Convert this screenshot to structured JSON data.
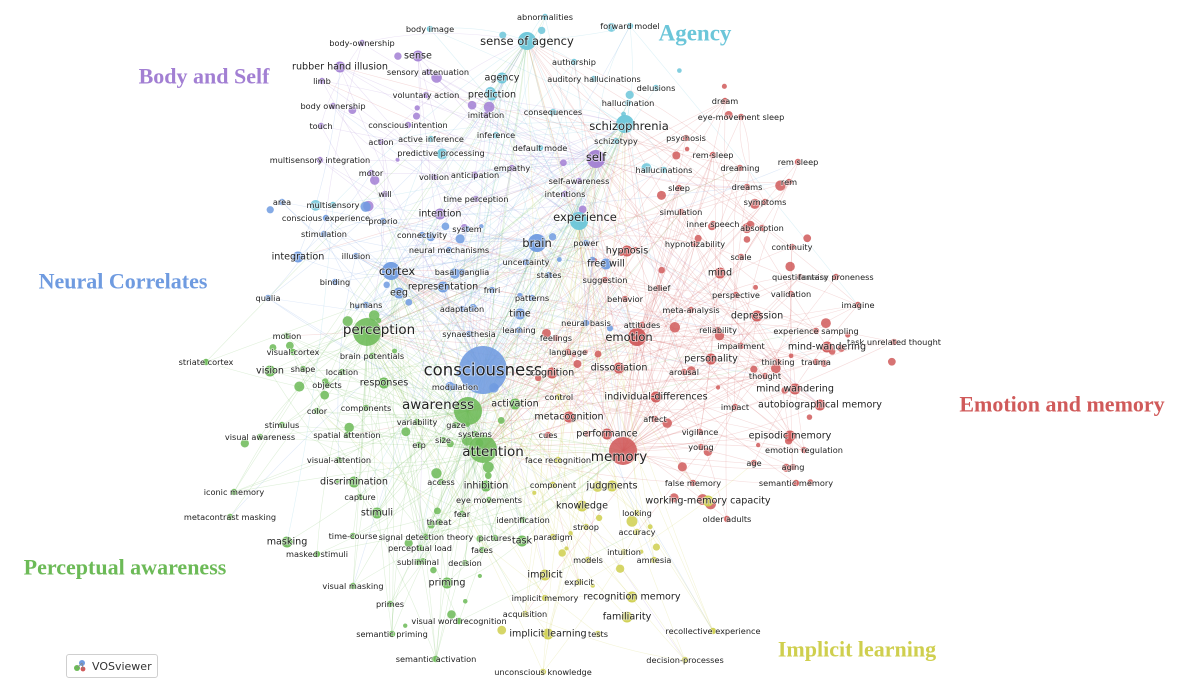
{
  "badge": {
    "label": "VOSviewer",
    "icon": "vosviewer-logo-icon"
  },
  "colors": {
    "agency": "#6cc6d9",
    "body_self": "#a27fd3",
    "neural": "#6f9be0",
    "emotion": "#d05a5a",
    "perceptual": "#6cba57",
    "implicit": "#cfcf4e",
    "orange": "#e39a3c"
  },
  "clusters": [
    {
      "key": "agency",
      "label": "Agency",
      "color": "#6cc6d9"
    },
    {
      "key": "body_self",
      "label": "Body and Self",
      "color": "#a27fd3"
    },
    {
      "key": "neural",
      "label": "Neural Correlates",
      "color": "#6f9be0"
    },
    {
      "key": "emotion",
      "label": "Emotion and memory",
      "color": "#d05a5a"
    },
    {
      "key": "perceptual",
      "label": "Perceptual awareness",
      "color": "#6cba57"
    },
    {
      "key": "implicit",
      "label": "Implicit learning",
      "color": "#cfcf4e"
    }
  ],
  "terms": [
    {
      "t": "abnormalities",
      "c": "agency",
      "w": 1
    },
    {
      "t": "forward model",
      "c": "agency",
      "w": 1
    },
    {
      "t": "body image",
      "c": "agency",
      "w": 1
    },
    {
      "t": "sense of agency",
      "c": "agency",
      "w": 3
    },
    {
      "t": "body-ownership",
      "c": "body_self",
      "w": 1
    },
    {
      "t": "sense",
      "c": "body_self",
      "w": 2
    },
    {
      "t": "rubber hand illusion",
      "c": "body_self",
      "w": 2
    },
    {
      "t": "sensory attenuation",
      "c": "body_self",
      "w": 1
    },
    {
      "t": "authorship",
      "c": "agency",
      "w": 1
    },
    {
      "t": "agency",
      "c": "agency",
      "w": 2
    },
    {
      "t": "limb",
      "c": "body_self",
      "w": 1
    },
    {
      "t": "auditory hallucinations",
      "c": "agency",
      "w": 1
    },
    {
      "t": "delusions",
      "c": "agency",
      "w": 1
    },
    {
      "t": "voluntary action",
      "c": "body_self",
      "w": 1
    },
    {
      "t": "prediction",
      "c": "agency",
      "w": 2
    },
    {
      "t": "hallucination",
      "c": "agency",
      "w": 1
    },
    {
      "t": "body ownership",
      "c": "body_self",
      "w": 1
    },
    {
      "t": "imitation",
      "c": "body_self",
      "w": 1
    },
    {
      "t": "consequences",
      "c": "agency",
      "w": 1
    },
    {
      "t": "dream",
      "c": "emotion",
      "w": 1
    },
    {
      "t": "eye-movement sleep",
      "c": "emotion",
      "w": 1
    },
    {
      "t": "touch",
      "c": "body_self",
      "w": 1
    },
    {
      "t": "conscious intention",
      "c": "body_self",
      "w": 1
    },
    {
      "t": "schizophrenia",
      "c": "agency",
      "w": 3
    },
    {
      "t": "inference",
      "c": "agency",
      "w": 1
    },
    {
      "t": "active inference",
      "c": "agency",
      "w": 1
    },
    {
      "t": "action",
      "c": "body_self",
      "w": 1
    },
    {
      "t": "psychosis",
      "c": "emotion",
      "w": 1
    },
    {
      "t": "schizotypy",
      "c": "agency",
      "w": 1
    },
    {
      "t": "default mode",
      "c": "agency",
      "w": 1
    },
    {
      "t": "predictive processing",
      "c": "agency",
      "w": 1
    },
    {
      "t": "self",
      "c": "body_self",
      "w": 3
    },
    {
      "t": "rem-sleep",
      "c": "emotion",
      "w": 1
    },
    {
      "t": "rem sleep",
      "c": "emotion",
      "w": 1
    },
    {
      "t": "multisensory integration",
      "c": "body_self",
      "w": 1
    },
    {
      "t": "empathy",
      "c": "body_self",
      "w": 1
    },
    {
      "t": "hallucinations",
      "c": "agency",
      "w": 1
    },
    {
      "t": "dreaming",
      "c": "emotion",
      "w": 1
    },
    {
      "t": "motor",
      "c": "body_self",
      "w": 1
    },
    {
      "t": "volition",
      "c": "body_self",
      "w": 1
    },
    {
      "t": "anticipation",
      "c": "body_self",
      "w": 1
    },
    {
      "t": "self-awareness",
      "c": "body_self",
      "w": 1
    },
    {
      "t": "rem",
      "c": "emotion",
      "w": 1
    },
    {
      "t": "sleep",
      "c": "emotion",
      "w": 1
    },
    {
      "t": "dreams",
      "c": "emotion",
      "w": 1
    },
    {
      "t": "will",
      "c": "body_self",
      "w": 1
    },
    {
      "t": "intentions",
      "c": "body_self",
      "w": 1
    },
    {
      "t": "area",
      "c": "neural",
      "w": 1
    },
    {
      "t": "time perception",
      "c": "body_self",
      "w": 1
    },
    {
      "t": "symptoms",
      "c": "emotion",
      "w": 1
    },
    {
      "t": "multisensory",
      "c": "agency",
      "w": 1
    },
    {
      "t": "simulation",
      "c": "emotion",
      "w": 1
    },
    {
      "t": "conscious experience",
      "c": "neural",
      "w": 1
    },
    {
      "t": "proprio",
      "c": "neural",
      "w": 1
    },
    {
      "t": "intention",
      "c": "body_self",
      "w": 2
    },
    {
      "t": "experience",
      "c": "agency",
      "w": 3
    },
    {
      "t": "inner speech",
      "c": "emotion",
      "w": 1
    },
    {
      "t": "stimulation",
      "c": "neural",
      "w": 1
    },
    {
      "t": "system",
      "c": "neural",
      "w": 1
    },
    {
      "t": "absorption",
      "c": "emotion",
      "w": 1
    },
    {
      "t": "connectivity",
      "c": "neural",
      "w": 1
    },
    {
      "t": "hypnotizability",
      "c": "emotion",
      "w": 1
    },
    {
      "t": "neural mechanisms",
      "c": "neural",
      "w": 1
    },
    {
      "t": "brain",
      "c": "neural",
      "w": 3
    },
    {
      "t": "power",
      "c": "neural",
      "w": 1
    },
    {
      "t": "continuity",
      "c": "emotion",
      "w": 1
    },
    {
      "t": "integration",
      "c": "neural",
      "w": 2
    },
    {
      "t": "illusion",
      "c": "neural",
      "w": 1
    },
    {
      "t": "hypnosis",
      "c": "emotion",
      "w": 2
    },
    {
      "t": "uncertainty",
      "c": "neural",
      "w": 1
    },
    {
      "t": "free will",
      "c": "neural",
      "w": 2
    },
    {
      "t": "scale",
      "c": "emotion",
      "w": 1
    },
    {
      "t": "cortex",
      "c": "neural",
      "w": 3
    },
    {
      "t": "basal ganglia",
      "c": "neural",
      "w": 1
    },
    {
      "t": "states",
      "c": "neural",
      "w": 1
    },
    {
      "t": "mind",
      "c": "emotion",
      "w": 2
    },
    {
      "t": "questionnaire",
      "c": "emotion",
      "w": 1
    },
    {
      "t": "fantasy proneness",
      "c": "emotion",
      "w": 1
    },
    {
      "t": "suggestion",
      "c": "emotion",
      "w": 1
    },
    {
      "t": "binding",
      "c": "neural",
      "w": 1
    },
    {
      "t": "fmri",
      "c": "neural",
      "w": 1
    },
    {
      "t": "belief",
      "c": "emotion",
      "w": 1
    },
    {
      "t": "perspective",
      "c": "emotion",
      "w": 1
    },
    {
      "t": "validation",
      "c": "emotion",
      "w": 1
    },
    {
      "t": "qualia",
      "c": "neural",
      "w": 1
    },
    {
      "t": "eeg",
      "c": "neural",
      "w": 2
    },
    {
      "t": "representation",
      "c": "neural",
      "w": 2
    },
    {
      "t": "patterns",
      "c": "neural",
      "w": 1
    },
    {
      "t": "behavior",
      "c": "emotion",
      "w": 1
    },
    {
      "t": "imagine",
      "c": "emotion",
      "w": 1
    },
    {
      "t": "humans",
      "c": "neural",
      "w": 1
    },
    {
      "t": "adaptation",
      "c": "neural",
      "w": 1
    },
    {
      "t": "time",
      "c": "neural",
      "w": 2
    },
    {
      "t": "meta-analysis",
      "c": "emotion",
      "w": 1
    },
    {
      "t": "depression",
      "c": "emotion",
      "w": 2
    },
    {
      "t": "motion",
      "c": "perceptual",
      "w": 1
    },
    {
      "t": "perception",
      "c": "perceptual",
      "w": 4
    },
    {
      "t": "learning",
      "c": "neural",
      "w": 1
    },
    {
      "t": "neural basis",
      "c": "neural",
      "w": 1
    },
    {
      "t": "attitudes",
      "c": "emotion",
      "w": 1
    },
    {
      "t": "reliability",
      "c": "emotion",
      "w": 1
    },
    {
      "t": "experience sampling",
      "c": "emotion",
      "w": 1
    },
    {
      "t": "task unrelated thought",
      "c": "emotion",
      "w": 1
    },
    {
      "t": "synaesthesia",
      "c": "neural",
      "w": 1
    },
    {
      "t": "feelings",
      "c": "emotion",
      "w": 1
    },
    {
      "t": "emotion",
      "c": "emotion",
      "w": 3
    },
    {
      "t": "impairment",
      "c": "emotion",
      "w": 1
    },
    {
      "t": "mind-wandering",
      "c": "emotion",
      "w": 2
    },
    {
      "t": "visual-cortex",
      "c": "perceptual",
      "w": 1
    },
    {
      "t": "striate cortex",
      "c": "perceptual",
      "w": 1
    },
    {
      "t": "brain potentials",
      "c": "perceptual",
      "w": 1
    },
    {
      "t": "language",
      "c": "emotion",
      "w": 1
    },
    {
      "t": "personality",
      "c": "emotion",
      "w": 2
    },
    {
      "t": "thinking",
      "c": "emotion",
      "w": 1
    },
    {
      "t": "trauma",
      "c": "emotion",
      "w": 1
    },
    {
      "t": "vision",
      "c": "perceptual",
      "w": 2
    },
    {
      "t": "shape",
      "c": "perceptual",
      "w": 1
    },
    {
      "t": "location",
      "c": "perceptual",
      "w": 1
    },
    {
      "t": "consciousness",
      "c": "neural",
      "w": 5
    },
    {
      "t": "cognition",
      "c": "emotion",
      "w": 2
    },
    {
      "t": "dissociation",
      "c": "emotion",
      "w": 2
    },
    {
      "t": "arousal",
      "c": "emotion",
      "w": 1
    },
    {
      "t": "thought",
      "c": "emotion",
      "w": 1
    },
    {
      "t": "objects",
      "c": "perceptual",
      "w": 1
    },
    {
      "t": "responses",
      "c": "perceptual",
      "w": 2
    },
    {
      "t": "modulation",
      "c": "neural",
      "w": 1
    },
    {
      "t": "mind wandering",
      "c": "emotion",
      "w": 2
    },
    {
      "t": "individual-differences",
      "c": "emotion",
      "w": 2
    },
    {
      "t": "control",
      "c": "implicit",
      "w": 1
    },
    {
      "t": "color",
      "c": "perceptual",
      "w": 1
    },
    {
      "t": "components",
      "c": "perceptual",
      "w": 1
    },
    {
      "t": "awareness",
      "c": "perceptual",
      "w": 4
    },
    {
      "t": "activation",
      "c": "perceptual",
      "w": 2
    },
    {
      "t": "impact",
      "c": "emotion",
      "w": 1
    },
    {
      "t": "autobiographical memory",
      "c": "emotion",
      "w": 2
    },
    {
      "t": "variability",
      "c": "perceptual",
      "w": 1
    },
    {
      "t": "gaze",
      "c": "perceptual",
      "w": 1
    },
    {
      "t": "metacognition",
      "c": "emotion",
      "w": 2
    },
    {
      "t": "affect",
      "c": "emotion",
      "w": 1
    },
    {
      "t": "stimulus",
      "c": "perceptual",
      "w": 1
    },
    {
      "t": "visual awareness",
      "c": "perceptual",
      "w": 1
    },
    {
      "t": "spatial attention",
      "c": "perceptual",
      "w": 1
    },
    {
      "t": "systems",
      "c": "perceptual",
      "w": 1
    },
    {
      "t": "cues",
      "c": "emotion",
      "w": 1
    },
    {
      "t": "performance",
      "c": "emotion",
      "w": 2
    },
    {
      "t": "vigilance",
      "c": "emotion",
      "w": 1
    },
    {
      "t": "episodic memory",
      "c": "emotion",
      "w": 2
    },
    {
      "t": "erp",
      "c": "perceptual",
      "w": 1
    },
    {
      "t": "size",
      "c": "perceptual",
      "w": 1
    },
    {
      "t": "young",
      "c": "emotion",
      "w": 1
    },
    {
      "t": "emotion regulation",
      "c": "emotion",
      "w": 1
    },
    {
      "t": "attention",
      "c": "perceptual",
      "w": 4
    },
    {
      "t": "memory",
      "c": "emotion",
      "w": 4
    },
    {
      "t": "visual-attention",
      "c": "perceptual",
      "w": 1
    },
    {
      "t": "face recognition",
      "c": "implicit",
      "w": 1
    },
    {
      "t": "age",
      "c": "emotion",
      "w": 1
    },
    {
      "t": "aging",
      "c": "emotion",
      "w": 1
    },
    {
      "t": "discrimination",
      "c": "perceptual",
      "w": 2
    },
    {
      "t": "access",
      "c": "perceptual",
      "w": 1
    },
    {
      "t": "inhibition",
      "c": "perceptual",
      "w": 2
    },
    {
      "t": "component",
      "c": "implicit",
      "w": 1
    },
    {
      "t": "judgments",
      "c": "implicit",
      "w": 2
    },
    {
      "t": "false memory",
      "c": "emotion",
      "w": 1
    },
    {
      "t": "semantic memory",
      "c": "emotion",
      "w": 1
    },
    {
      "t": "iconic memory",
      "c": "perceptual",
      "w": 1
    },
    {
      "t": "capture",
      "c": "perceptual",
      "w": 1
    },
    {
      "t": "eye movements",
      "c": "perceptual",
      "w": 1
    },
    {
      "t": "knowledge",
      "c": "implicit",
      "w": 2
    },
    {
      "t": "working-memory capacity",
      "c": "implicit",
      "w": 2
    },
    {
      "t": "metacontrast masking",
      "c": "perceptual",
      "w": 1
    },
    {
      "t": "stimuli",
      "c": "perceptual",
      "w": 2
    },
    {
      "t": "fear",
      "c": "perceptual",
      "w": 1
    },
    {
      "t": "threat",
      "c": "perceptual",
      "w": 1
    },
    {
      "t": "identification",
      "c": "perceptual",
      "w": 1
    },
    {
      "t": "looking",
      "c": "implicit",
      "w": 1
    },
    {
      "t": "older adults",
      "c": "emotion",
      "w": 1
    },
    {
      "t": "stroop",
      "c": "implicit",
      "w": 1
    },
    {
      "t": "accuracy",
      "c": "implicit",
      "w": 1
    },
    {
      "t": "masking",
      "c": "perceptual",
      "w": 2
    },
    {
      "t": "time-course",
      "c": "perceptual",
      "w": 1
    },
    {
      "t": "signal detection theory",
      "c": "perceptual",
      "w": 1
    },
    {
      "t": "task",
      "c": "perceptual",
      "w": 2
    },
    {
      "t": "paradigm",
      "c": "implicit",
      "w": 1
    },
    {
      "t": "perceptual load",
      "c": "perceptual",
      "w": 1
    },
    {
      "t": "pictures",
      "c": "perceptual",
      "w": 1
    },
    {
      "t": "faces",
      "c": "perceptual",
      "w": 1
    },
    {
      "t": "intuition",
      "c": "implicit",
      "w": 1
    },
    {
      "t": "masked stimuli",
      "c": "perceptual",
      "w": 1
    },
    {
      "t": "subliminal",
      "c": "perceptual",
      "w": 1
    },
    {
      "t": "decision",
      "c": "perceptual",
      "w": 1
    },
    {
      "t": "models",
      "c": "implicit",
      "w": 1
    },
    {
      "t": "amnesia",
      "c": "implicit",
      "w": 1
    },
    {
      "t": "implicit",
      "c": "implicit",
      "w": 2
    },
    {
      "t": "visual masking",
      "c": "perceptual",
      "w": 1
    },
    {
      "t": "priming",
      "c": "perceptual",
      "w": 2
    },
    {
      "t": "explicit",
      "c": "implicit",
      "w": 1
    },
    {
      "t": "implicit memory",
      "c": "implicit",
      "w": 1
    },
    {
      "t": "recognition memory",
      "c": "implicit",
      "w": 2
    },
    {
      "t": "primes",
      "c": "perceptual",
      "w": 1
    },
    {
      "t": "acquisition",
      "c": "implicit",
      "w": 1
    },
    {
      "t": "familiarity",
      "c": "implicit",
      "w": 2
    },
    {
      "t": "visual word recognition",
      "c": "perceptual",
      "w": 1
    },
    {
      "t": "recollective experience",
      "c": "implicit",
      "w": 1
    },
    {
      "t": "semantic priming",
      "c": "perceptual",
      "w": 1
    },
    {
      "t": "implicit learning",
      "c": "implicit",
      "w": 2
    },
    {
      "t": "tests",
      "c": "implicit",
      "w": 1
    },
    {
      "t": "semantic activation",
      "c": "perceptual",
      "w": 1
    },
    {
      "t": "decision-processes",
      "c": "implicit",
      "w": 1
    },
    {
      "t": "unconscious knowledge",
      "c": "implicit",
      "w": 1
    }
  ]
}
